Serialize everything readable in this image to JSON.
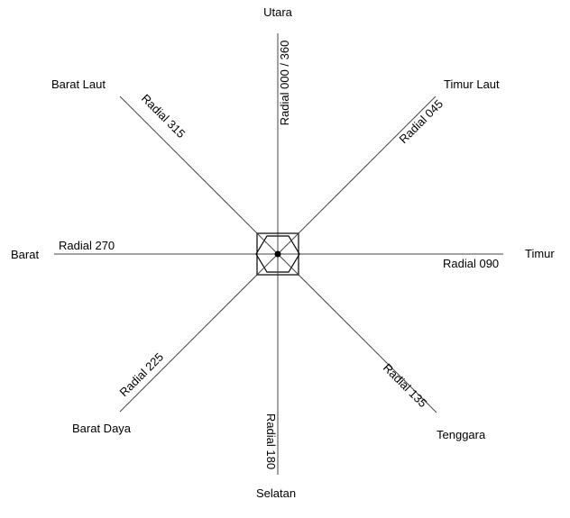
{
  "diagram": {
    "directions": {
      "north": "Utara",
      "northeast": "Timur Laut",
      "east": "Timur",
      "southeast": "Tenggara",
      "south": "Selatan",
      "southwest": "Barat Daya",
      "west": "Barat",
      "northwest": "Barat Laut"
    },
    "radials": {
      "r000": "Radial 000 / 360",
      "r045": "Radial 045",
      "r090": "Radial 090",
      "r135": "Radial 135",
      "r180": "Radial 180",
      "r225": "Radial 225",
      "r270": "Radial 270",
      "r315": "Radial 315"
    }
  }
}
